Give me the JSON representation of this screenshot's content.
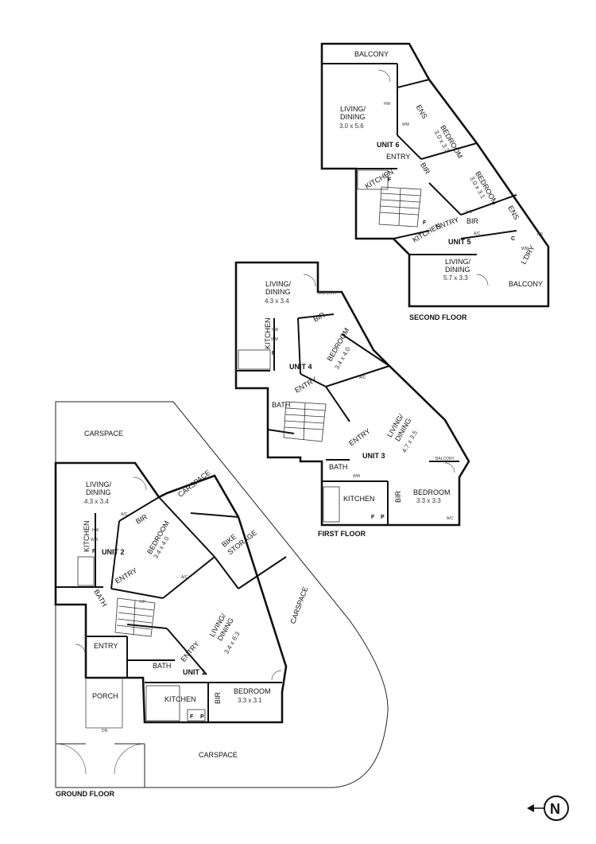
{
  "floors": {
    "ground": "GROUND FLOOR",
    "first": "FIRST FLOOR",
    "second": "SECOND FLOOR"
  },
  "compass": {
    "label": "N",
    "icon": "north-arrow-icon"
  },
  "common": {
    "carspace": "CARSPACE",
    "porch": "PORCH",
    "entry": "ENTRY",
    "bike": "BIKE",
    "storage": "STORAGE",
    "balcony": "BALCONY",
    "dn": "DN",
    "up": "UP",
    "ac": "A/C"
  },
  "rooms": {
    "living": "LIVING/",
    "dining": "DINING",
    "bedroom": "BEDROOM",
    "kitchen": "KITCHEN",
    "bath": "BATH",
    "bir": "BIR",
    "ens": "ENS",
    "ldry": "L'DRY",
    "entry": "ENTRY",
    "wm": "WM",
    "hw": "HW",
    "f": "F",
    "p": "P",
    "c": "C",
    "dr": "DR"
  },
  "units": {
    "u1": {
      "name": "UNIT 1",
      "living_dim": "3.4 x 6.3",
      "bedroom_dim": "3.3 x 3.1"
    },
    "u2": {
      "name": "UNIT 2",
      "living_dim": "4.3 x 3.4",
      "bedroom_dim": "3.4 x 4.0"
    },
    "u3": {
      "name": "UNIT 3",
      "living_dim": "4.7 x 3.5",
      "bedroom_dim": "3.3 x 3.3"
    },
    "u4": {
      "name": "UNIT 4",
      "living_dim": "4.3 x 3.4",
      "bedroom_dim": "3.4 x 4.0"
    },
    "u5": {
      "name": "UNIT 5",
      "living_dim": "5.7 x 3.3",
      "bedroom_dim": "3.0 x 3.1"
    },
    "u6": {
      "name": "UNIT 6",
      "living_dim": "3.0 x 5.6",
      "bedroom_dim": "3.0 x 3.3"
    }
  }
}
